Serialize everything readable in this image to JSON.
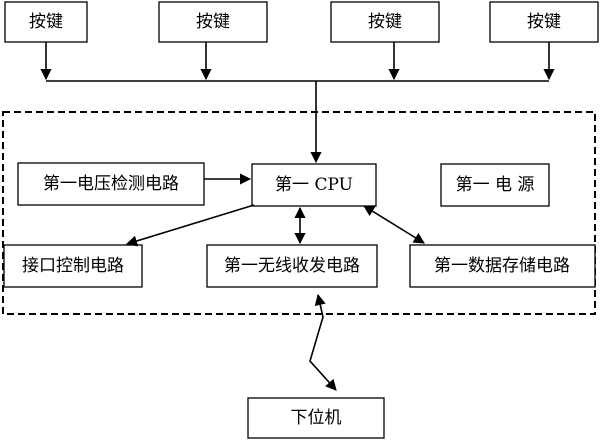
{
  "diagram": {
    "keys": [
      "按键",
      "按键",
      "按键",
      "按键"
    ],
    "cpu": "第一 CPU",
    "voltage_detect": "第一电压检测电路",
    "power": "第一 电 源",
    "interface_control": "接口控制电路",
    "wireless": "第一无线收发电路",
    "storage": "第一数据存储电路",
    "lower_computer": "下位机"
  }
}
